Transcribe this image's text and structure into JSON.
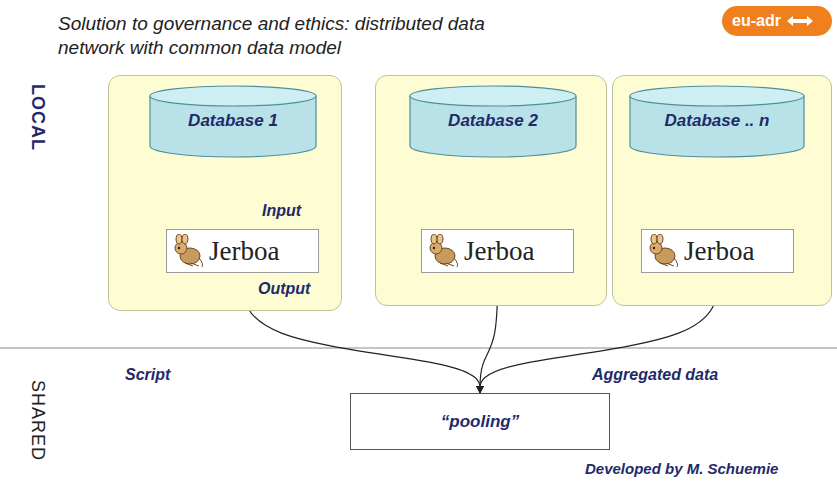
{
  "diagram": {
    "title": "Solution to governance and ethics: distributed data network with common data model",
    "nodes": [
      {
        "text": [
          "eu-adr"
        ]
      },
      {
        "text": []
      },
      {
        "text": [
          "Database 1"
        ],
        "in": 1
      },
      {
        "text": [
          "Jerboa"
        ],
        "in": 1
      },
      {
        "text": []
      },
      {
        "text": [
          "Database 2"
        ],
        "in": 4
      },
      {
        "text": [
          "Jerboa"
        ],
        "in": 4
      },
      {
        "text": []
      },
      {
        "text": [
          "Database .. n"
        ],
        "in": 7
      },
      {
        "text": [
          "Jerboa"
        ],
        "in": 7
      },
      {
        "text": [
          "“pooling”"
        ]
      }
    ],
    "edges": [
      {
        "from": 2,
        "to": 3,
        "arrow": "to"
      },
      {
        "from": 5,
        "to": 6,
        "arrow": "to"
      },
      {
        "from": 8,
        "to": 9,
        "arrow": "to"
      },
      {
        "from": 3,
        "to": 10,
        "arrow": "to"
      },
      {
        "from": 6,
        "to": 10,
        "arrow": "to"
      },
      {
        "from": 9,
        "to": 10,
        "arrow": "to"
      }
    ],
    "labels": [
      "LOCAL",
      "SHARED",
      "Input",
      "Output",
      "Script",
      "Aggregated data",
      "Developed by M. Schuemie"
    ]
  }
}
